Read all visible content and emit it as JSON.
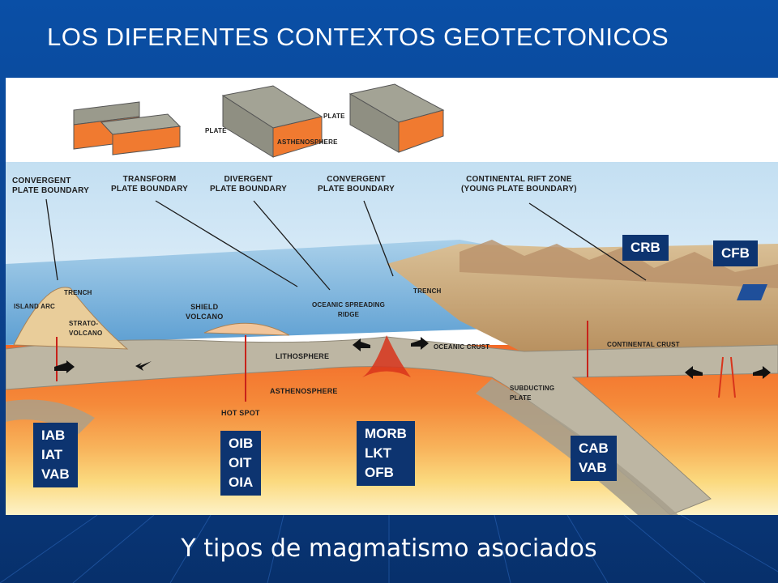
{
  "title": "LOS DIFERENTES CONTEXTOS  GEOTECTONICOS",
  "subtitle": "Y tipos de magmatismo asociados",
  "colors": {
    "background": "#0a4593",
    "box_fill": "#0d3470",
    "asthenosphere": "#f47a3a",
    "lithosphere": "#b9b2a0",
    "ocean": "#7fb6dd",
    "continent": "#c9a77c"
  },
  "diagram": {
    "block_labels": {
      "plate_a": "PLATE",
      "plate_b": "PLATE",
      "asthenosphere": "ASTHENOSPHERE"
    },
    "boundaries": [
      "CONVERGENT\nPLATE BOUNDARY",
      "TRANSFORM\nPLATE BOUNDARY",
      "DIVERGENT\nPLATE BOUNDARY",
      "CONVERGENT\nPLATE BOUNDARY",
      "CONTINENTAL RIFT ZONE\n(YOUNG PLATE BOUNDARY)"
    ],
    "features": {
      "trench_left": "TRENCH",
      "island_arc": "ISLAND ARC",
      "strato_volcano": "STRATO-\nVOLCANO",
      "shield_volcano": "SHIELD\nVOLCANO",
      "ridge": "OCEANIC SPREADING\nRIDGE",
      "trench_right": "TRENCH",
      "lithosphere": "LITHOSPHERE",
      "oceanic_crust": "OCEANIC CRUST",
      "continental_crust": "CONTINENTAL CRUST",
      "asthenosphere": "ASTHENOSPHERE",
      "hot_spot": "HOT SPOT",
      "subducting_plate": "SUBDUCTING\nPLATE"
    },
    "magma_boxes": {
      "arc": "IAB\nIAT\nVAB",
      "hotspot": "OIB\nOIT\nOIA",
      "ridge": "MORB\nLKT\nOFB",
      "continental_arc": "CAB\nVAB",
      "rift": "CRB",
      "flood": "CFB"
    }
  }
}
